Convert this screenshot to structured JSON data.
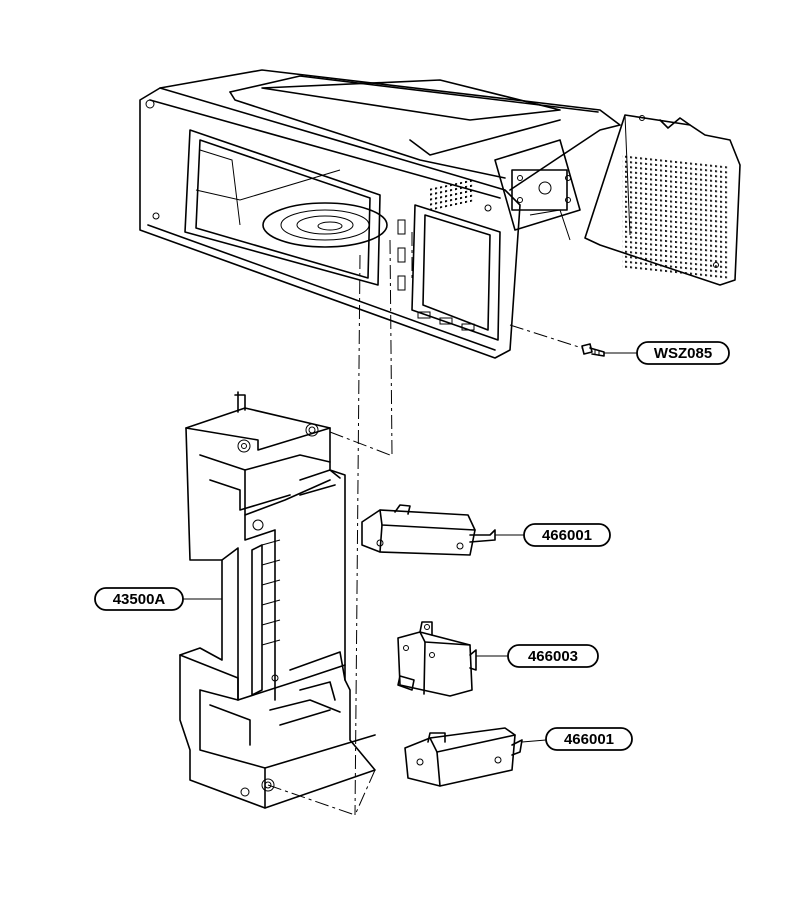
{
  "labels": {
    "screw": "WSZ085",
    "latch_body": "43500A",
    "switch_top": "466001",
    "switch_middle": "466003",
    "switch_bottom": "466001"
  }
}
